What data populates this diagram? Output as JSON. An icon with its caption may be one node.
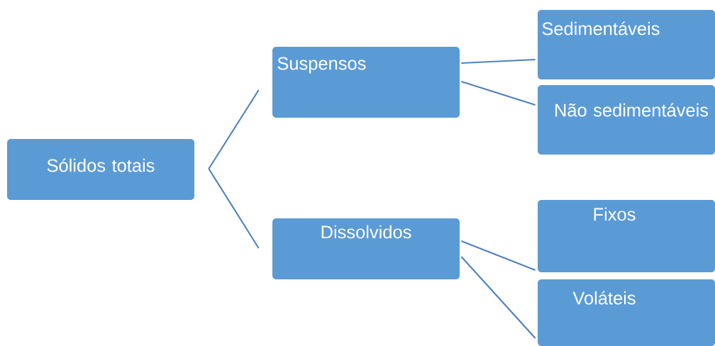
{
  "diagram": {
    "nodes": [
      {
        "text": [
          "Sólidos totais"
        ]
      },
      {
        "text": [
          "Suspensos"
        ]
      },
      {
        "text": [
          "Dissolvidos"
        ]
      },
      {
        "text": [
          "Sedimentáveis"
        ]
      },
      {
        "text": [
          "Não sedimentáveis"
        ]
      },
      {
        "text": [
          "Fixos"
        ]
      },
      {
        "text": [
          "Voláteis"
        ]
      }
    ],
    "edges": [
      {
        "from": 0,
        "to": 1,
        "arrow": "none"
      },
      {
        "from": 0,
        "to": 2,
        "arrow": "none"
      },
      {
        "from": 1,
        "to": 3,
        "arrow": "none"
      },
      {
        "from": 1,
        "to": 4,
        "arrow": "none"
      },
      {
        "from": 2,
        "to": 5,
        "arrow": "none"
      },
      {
        "from": 2,
        "to": 6,
        "arrow": "none"
      }
    ]
  }
}
